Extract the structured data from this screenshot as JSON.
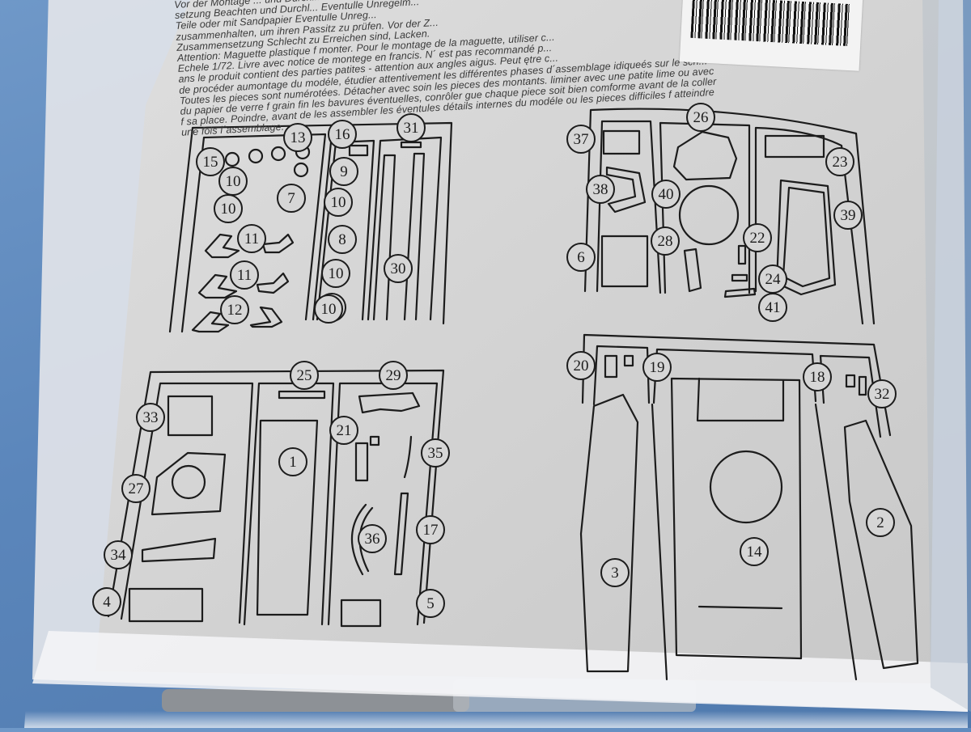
{
  "instructions": {
    "lines": [
      "Vor der Montage ... und Durchl...",
      "setzung Beachten und Durchl...  Eventulle Unregelm...",
      "Teile oder mit Sandpapier  Eventulle Unreg...",
      "zusammenhalten, um ihren Passitz zu prüfen. Vor der Z...",
      "Zusammensetzung Schlecht zu Erreichen sind, Lacken.",
      "Attention: Maguette plastique f monter. Pour le montage de la maguette, utiliser c...",
      "Echele 1/72. Livre avec notice de montege en francis. N´ est pas recommandé p...",
      "ans le produit contient des parties patites - attention aux angles aigus. Peut ętre c...",
      "de procéder aumontage du modéle, étudier attentivement les différentes phases d´assemblage idiqueés sur le sch...",
      "Toutes les pieces sont numérotées. Détacher avec soin les pieces des montants. liminer avec une patite lime ou avec",
      "du papier de verre f grain fin les bavures éventuelles, conrôler gue chaque piece soit bien comforme avant de la coller",
      "f sa place. Poindre, avant de les assembler les éventules détails internes du modéle ou les pieces difficiles f atteindre",
      "une fois l´assemblage."
    ]
  },
  "frames": {
    "A": {
      "parts": [
        "13",
        "15",
        "16",
        "31",
        "10",
        "10",
        "9",
        "7",
        "10",
        "8",
        "11",
        "10",
        "11",
        "10",
        "30",
        "12",
        "10"
      ]
    },
    "B": {
      "parts": [
        "26",
        "37",
        "23",
        "38",
        "40",
        "39",
        "22",
        "28",
        "6",
        "24",
        "41"
      ]
    },
    "C": {
      "parts": [
        "25",
        "29",
        "33",
        "21",
        "1",
        "35",
        "27",
        "36",
        "17",
        "34",
        "4",
        "5"
      ]
    },
    "D": {
      "parts": [
        "20",
        "19",
        "18",
        "32",
        "2",
        "14",
        "3"
      ]
    }
  }
}
